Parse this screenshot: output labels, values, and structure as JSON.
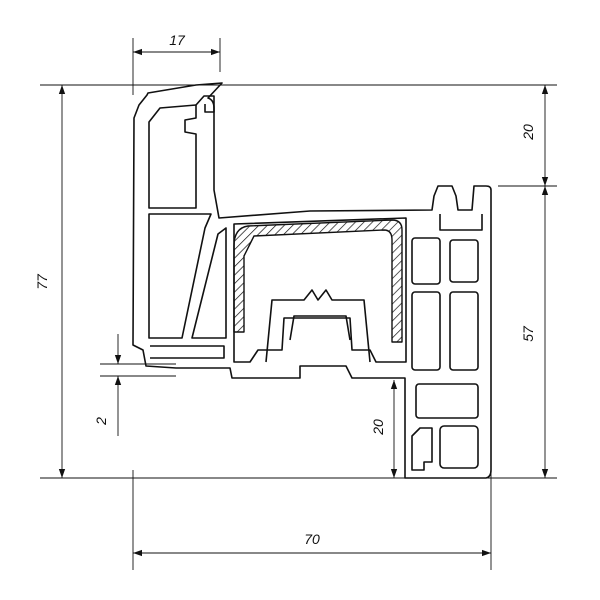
{
  "dimensions": {
    "top_width": "17",
    "upper_right_height": "20",
    "overall_height": "77",
    "right_height": "57",
    "small_step": "2",
    "lower_step": "20",
    "overall_width": "70"
  },
  "colors": {
    "line": "#111111",
    "background": "#ffffff"
  }
}
